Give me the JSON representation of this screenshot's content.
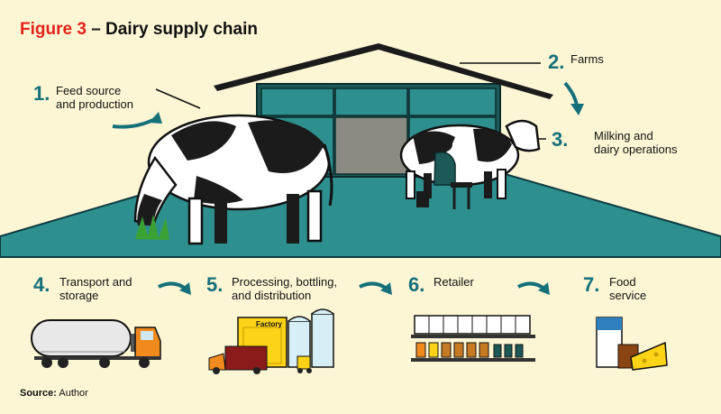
{
  "title": {
    "figure_label": "Figure 3",
    "text": "– Dairy supply chain"
  },
  "steps": [
    {
      "num": "1.",
      "label_lines": [
        "Feed source",
        "and production"
      ]
    },
    {
      "num": "2.",
      "label_lines": [
        "Farms"
      ]
    },
    {
      "num": "3.",
      "label_lines": [
        "Milking and",
        "dairy operations"
      ]
    },
    {
      "num": "4.",
      "label_lines": [
        "Transport and",
        "storage"
      ]
    },
    {
      "num": "5.",
      "label_lines": [
        "Processing, bottling,",
        "and distribution"
      ]
    },
    {
      "num": "6.",
      "label_lines": [
        "Retailer"
      ]
    },
    {
      "num": "7.",
      "label_lines": [
        "Food",
        "service"
      ]
    }
  ],
  "factory_label": "Factory",
  "source": {
    "label": "Source:",
    "text": " Author"
  },
  "colors": {
    "background": "#fdf6d5",
    "teal": "#15707a",
    "barn": "#1d5a57",
    "accent_red": "#e2231a",
    "orange": "#f08a1d",
    "yellow": "#fcd316"
  }
}
